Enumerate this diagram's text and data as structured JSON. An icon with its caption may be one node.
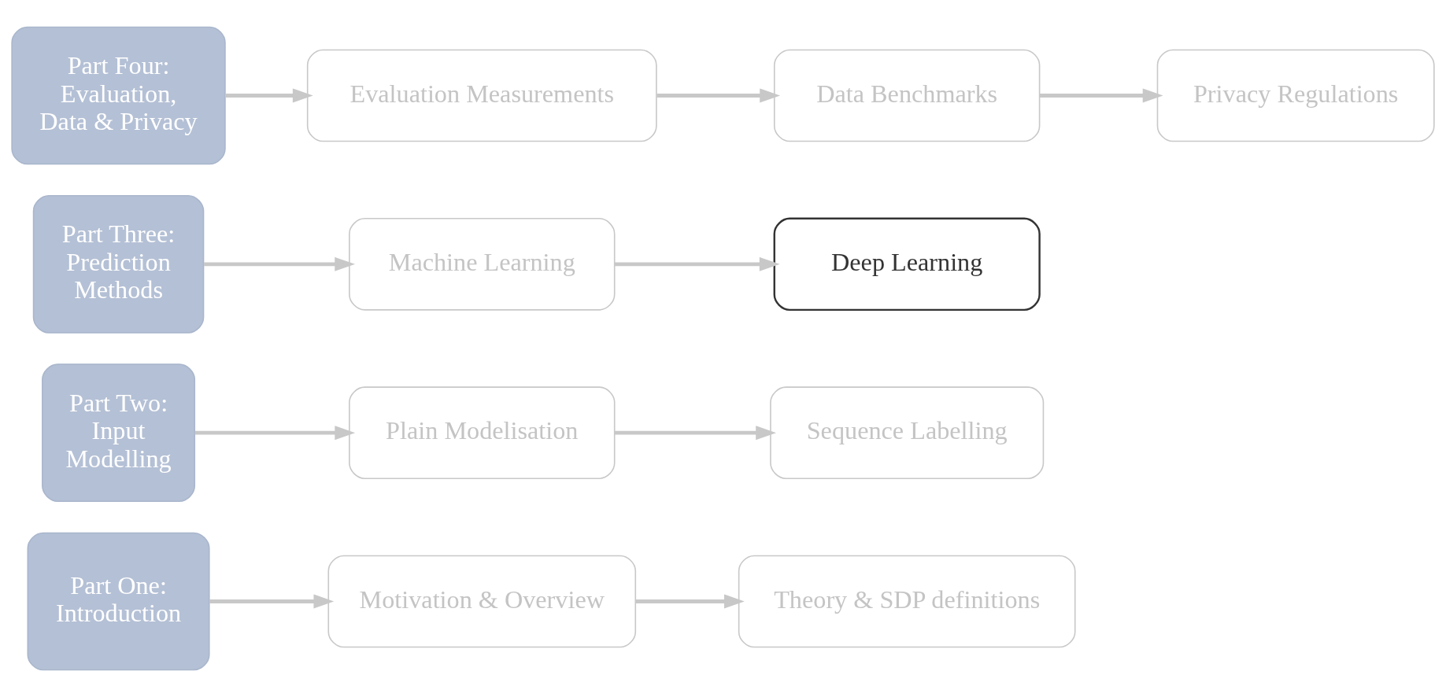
{
  "diagram": {
    "nodes": [
      {
        "text": [
          "Part One: Introduction"
        ]
      },
      {
        "text": [
          "Motivation & Overview"
        ]
      },
      {
        "text": [
          "Theory & SDP definitions"
        ]
      },
      {
        "text": [
          "Part Two: Input Modelling"
        ]
      },
      {
        "text": [
          "Plain Modelisation"
        ]
      },
      {
        "text": [
          "Sequence Labelling"
        ]
      },
      {
        "text": [
          "Part Three: Prediction Methods"
        ]
      },
      {
        "text": [
          "Machine Learning"
        ]
      },
      {
        "text": [
          "Deep Learning"
        ]
      },
      {
        "text": [
          "Part Four: Evaluation, Data & Privacy"
        ]
      },
      {
        "text": [
          "Evaluation Measurements"
        ]
      },
      {
        "text": [
          "Data Benchmarks"
        ]
      },
      {
        "text": [
          "Privacy Regulations"
        ]
      }
    ],
    "edges": [
      {
        "from": 0,
        "to": 1,
        "arrow": "to"
      },
      {
        "from": 1,
        "to": 2,
        "arrow": "to"
      },
      {
        "from": 3,
        "to": 4,
        "arrow": "to"
      },
      {
        "from": 4,
        "to": 5,
        "arrow": "to"
      },
      {
        "from": 6,
        "to": 7,
        "arrow": "to"
      },
      {
        "from": 7,
        "to": 8,
        "arrow": "to"
      },
      {
        "from": 9,
        "to": 10,
        "arrow": "to"
      },
      {
        "from": 10,
        "to": 11,
        "arrow": "to"
      },
      {
        "from": 11,
        "to": 12,
        "arrow": "to"
      }
    ]
  }
}
